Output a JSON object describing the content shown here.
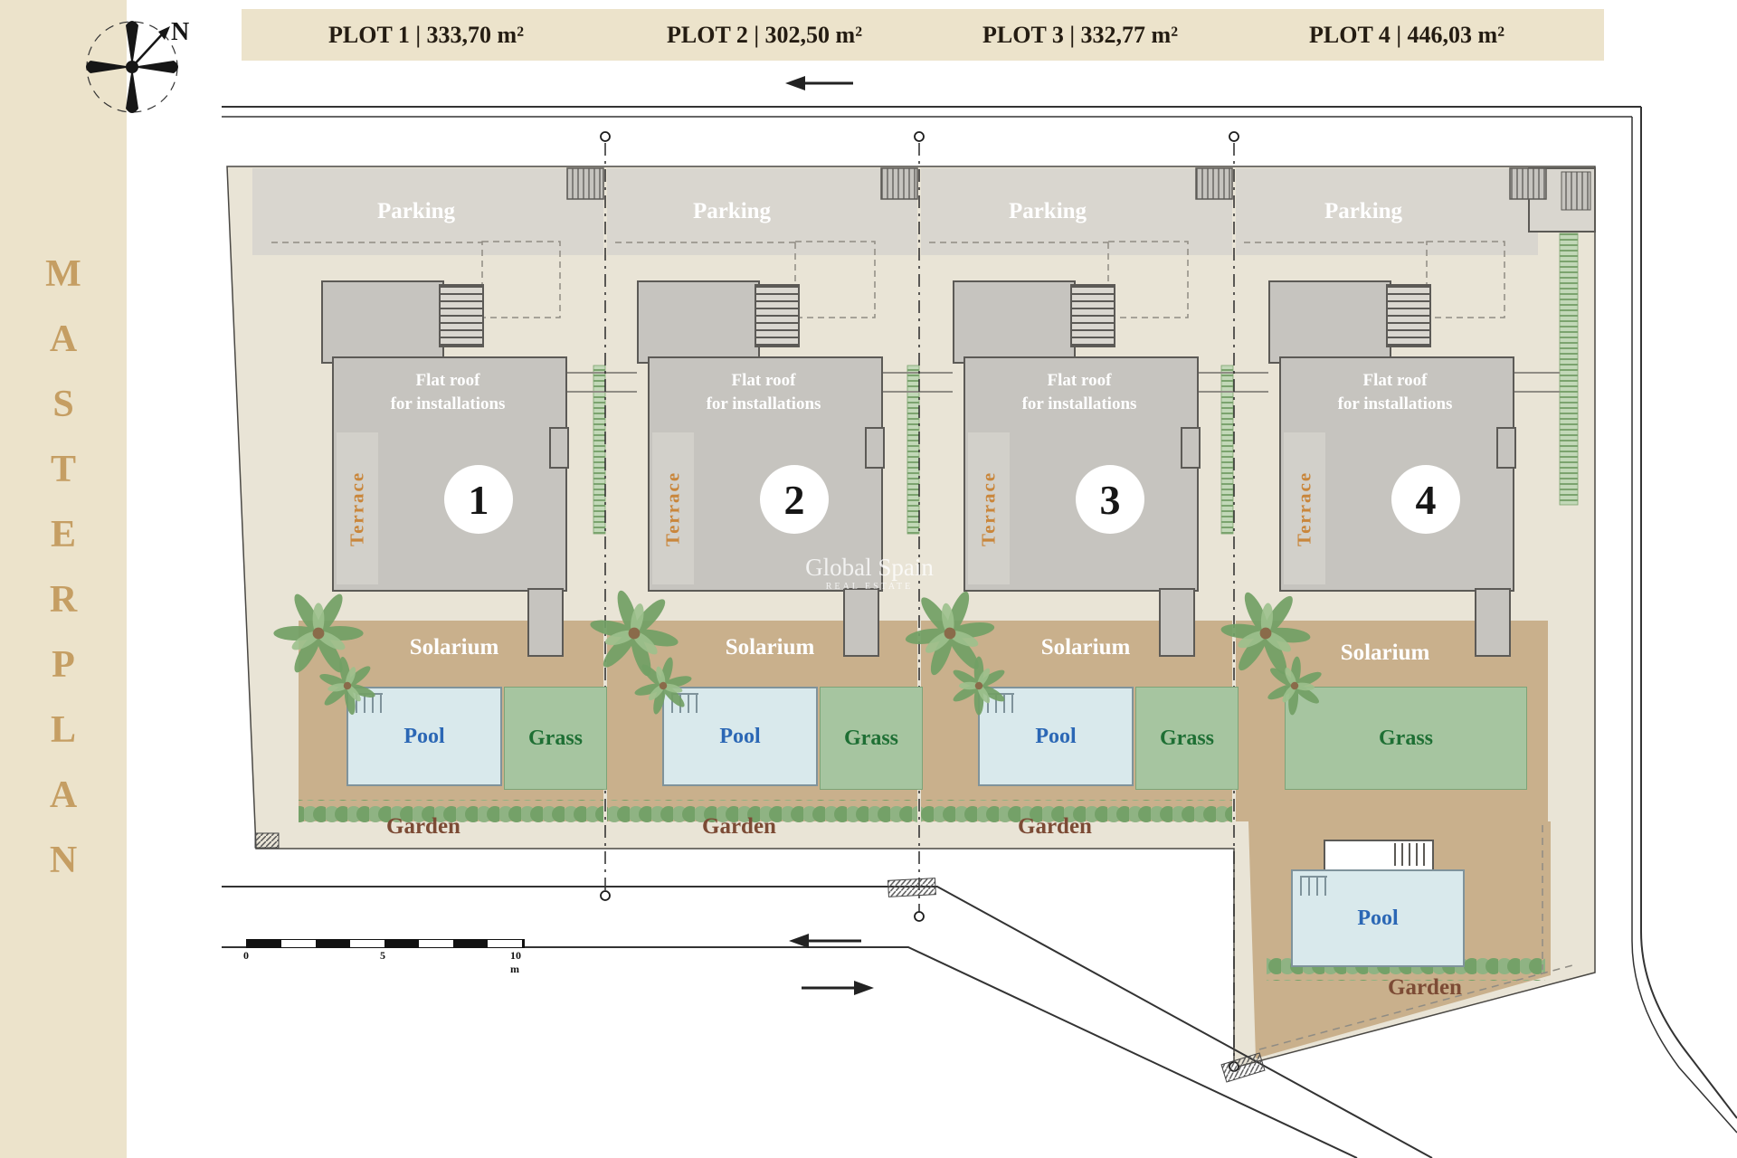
{
  "sidebar": {
    "title": "MASTERPLAN"
  },
  "compass": {
    "north": "N"
  },
  "header": {
    "plots": [
      "PLOT 1 | 333,70 m²",
      "PLOT 2 | 302,50 m²",
      "PLOT 3 | 332,77 m²",
      "PLOT 4 | 446,03 m²"
    ]
  },
  "labels": {
    "parking": "Parking",
    "flat_roof_1": "Flat roof",
    "flat_roof_2": "for installations",
    "terrace": "Terrace",
    "solarium": "Solarium",
    "pool": "Pool",
    "grass": "Grass",
    "garden": "Garden"
  },
  "plot_numbers": [
    "1",
    "2",
    "3",
    "4"
  ],
  "watermark": {
    "name": "Global Spain",
    "tagline": "REAL ESTATE"
  },
  "scale_bar": {
    "zero": "0",
    "five": "5",
    "ten": "10 m"
  },
  "colors": {
    "cream": "#ece3cb",
    "gold": "#c59e63",
    "site_beige": "#e9e4d6",
    "parking_gray": "#d9d6cf",
    "building_gray": "#c6c4bf",
    "solarium_tan": "#c9b08c",
    "pool_blue": "#d9e9ec",
    "pool_text": "#2b67b5",
    "grass_green": "#a6c5a0",
    "grass_text": "#1e6f34",
    "garden_text": "#7c4b35",
    "terrace_text": "#c9863b"
  }
}
